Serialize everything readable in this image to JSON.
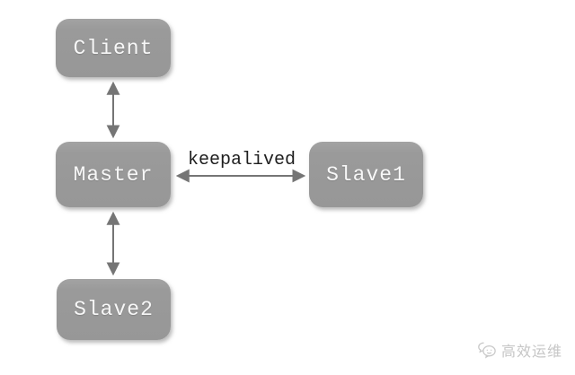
{
  "diagram": {
    "nodes": [
      {
        "id": "client",
        "label": "Client"
      },
      {
        "id": "master",
        "label": "Master"
      },
      {
        "id": "slave1",
        "label": "Slave1"
      },
      {
        "id": "slave2",
        "label": "Slave2"
      }
    ],
    "edges": [
      {
        "from": "client",
        "to": "master",
        "label": "",
        "direction": "bidirectional"
      },
      {
        "from": "master",
        "to": "slave1",
        "label": "keepalived",
        "direction": "bidirectional"
      },
      {
        "from": "master",
        "to": "slave2",
        "label": "",
        "direction": "bidirectional"
      }
    ]
  },
  "watermark": {
    "text": "高效运维",
    "icon": "chat-bubbles-icon"
  },
  "colors": {
    "node_fill": "#9a9a9a",
    "node_text": "#f7f7f7",
    "arrow": "#757575",
    "edge_label_text": "#1f1f1f",
    "watermark_text": "#c6c6c6",
    "background": "#ffffff"
  }
}
